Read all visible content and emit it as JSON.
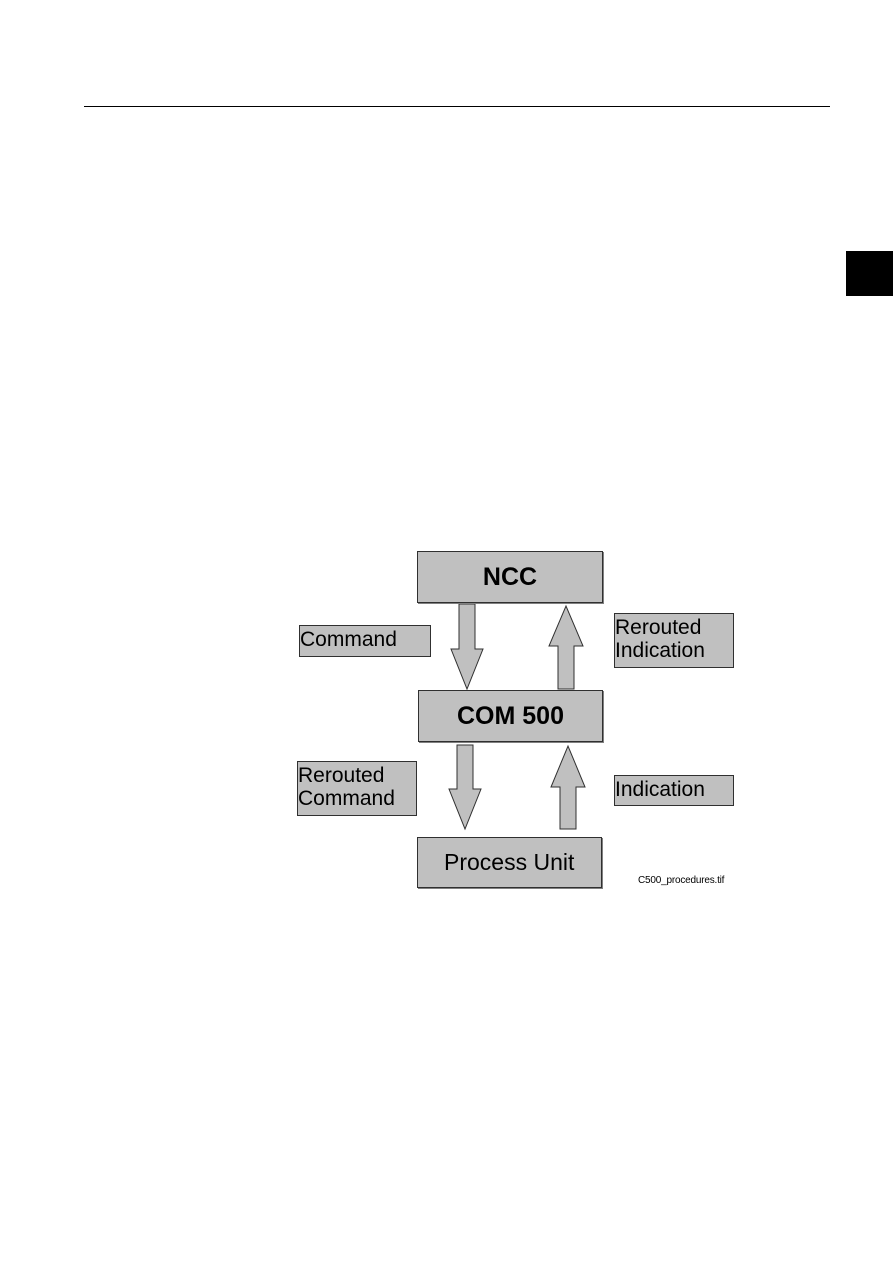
{
  "diagram": {
    "nodes": {
      "ncc": "NCC",
      "com500": "COM 500",
      "process_unit": "Process Unit"
    },
    "edge_labels": {
      "command": "Command",
      "rerouted_indication_1": "Rerouted",
      "rerouted_indication_2": "Indication",
      "rerouted_command_1": "Rerouted",
      "rerouted_command_2": "Command",
      "indication": "Indication"
    },
    "filename_caption": "C500_procedures.tif",
    "colors": {
      "box_fill": "#c0c0c0",
      "box_border": "#303030",
      "arrow_fill": "#c0c0c0"
    }
  }
}
